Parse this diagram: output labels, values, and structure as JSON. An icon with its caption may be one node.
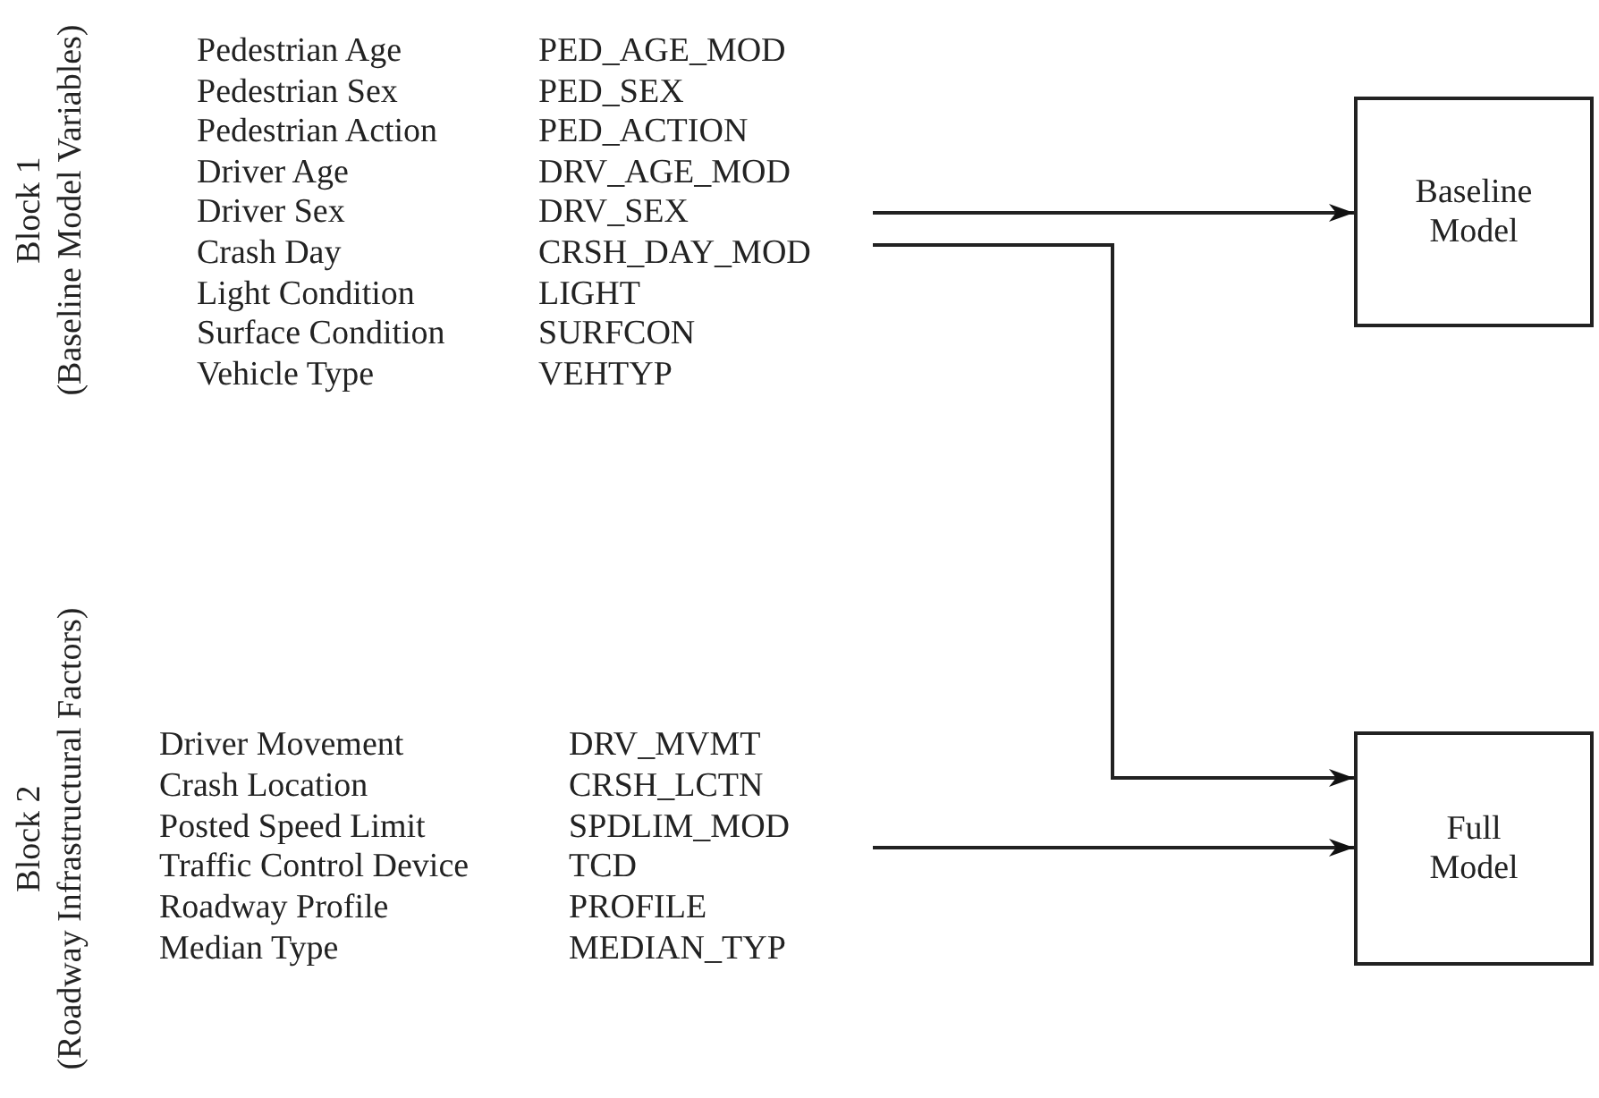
{
  "diagram": {
    "nodes": [
      {
        "text": [
          "Block 1",
          "(Baseline Model Variables)",
          "Pedestrian Age",
          "PED_AGE_MOD",
          "Pedestrian Sex",
          "PED_SEX",
          "Pedestrian Action",
          "PED_ACTION",
          "Driver Age",
          "DRV_AGE_MOD",
          "Driver Sex",
          "DRV_SEX",
          "Crash Day",
          "CRSH_DAY_MOD",
          "Light Condition",
          "LIGHT",
          "Surface Condition",
          "SURFCON",
          "Vehicle Type",
          "VEHTYP"
        ]
      },
      {
        "text": [
          "Baseline Model"
        ]
      },
      {
        "text": [
          "Block 2",
          "(Roadway Infrastructural Factors)",
          "Driver Movement",
          "DRV_MVMT",
          "Crash Location",
          "CRSH_LCTN",
          "Posted Speed Limit",
          "SPDLIM_MOD",
          "Traffic Control Device",
          "TCD",
          "Roadway Profile",
          "PROFILE",
          "Median Type",
          "MEDIAN_TYP"
        ]
      },
      {
        "text": [
          "Full Model"
        ]
      }
    ],
    "edges": [
      {
        "from": 0,
        "to": 1,
        "arrow": "to"
      },
      {
        "from": 0,
        "to": 3,
        "arrow": "to"
      },
      {
        "from": 2,
        "to": 3,
        "arrow": "to"
      }
    ]
  }
}
